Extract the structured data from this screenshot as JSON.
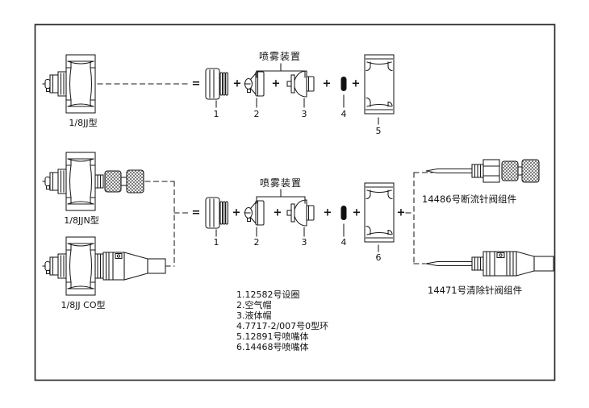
{
  "labels": {
    "model_jj": "1/8JJ型",
    "model_jjn": "1/8JJN型",
    "model_jjco": "1/8JJ CO型",
    "spray_device_1": "喷雾装置",
    "spray_device_2": "喷雾装置",
    "assembly_shutoff": "14486号断流针阀组件",
    "assembly_cleanout": "14471号清除针阀组件"
  },
  "operators": {
    "equals": "=",
    "plus": "+"
  },
  "row1_numbers": [
    "1",
    "2",
    "3",
    "4",
    "5"
  ],
  "row2_numbers": [
    "1",
    "2",
    "3",
    "4",
    "6"
  ],
  "parts_list": [
    "1.12582号设圈",
    "2.空气帽",
    "3.液体帽",
    "4.7717-2/007号0型环",
    "5.12891号喷嘴体",
    "6.14468号喷嘴体"
  ],
  "colors": {
    "line": "#1a1a1a",
    "background": "#ffffff"
  }
}
